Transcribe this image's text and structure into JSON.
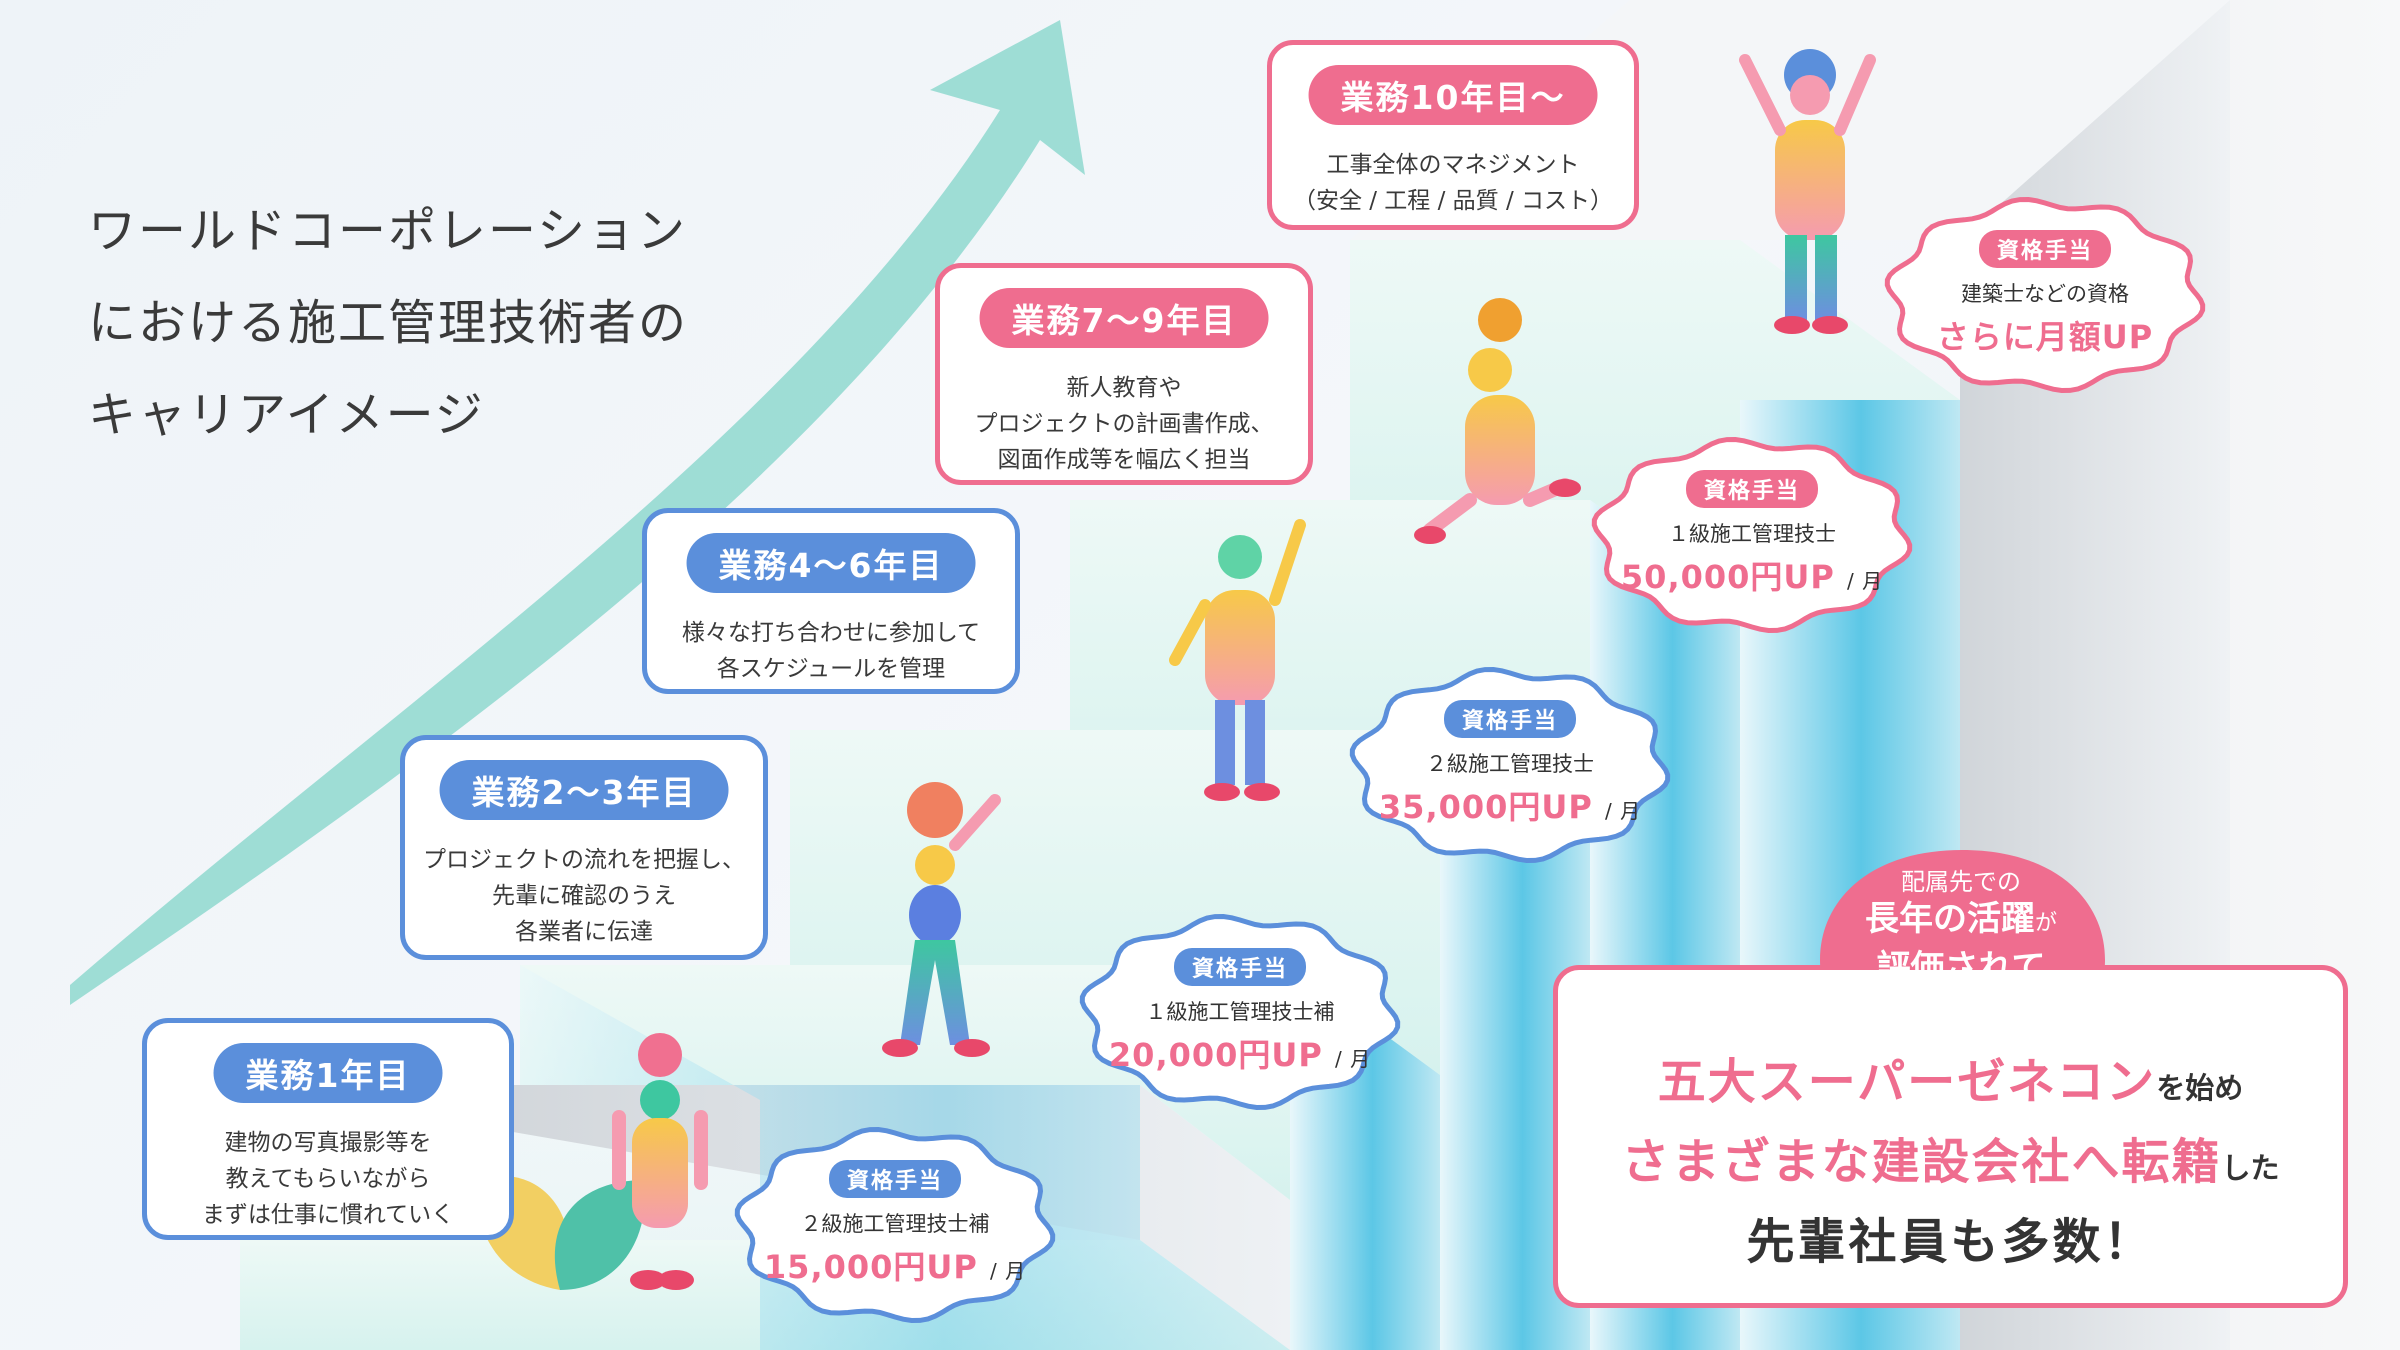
{
  "title": {
    "lines": [
      "ワールドコーポレーション",
      "における施工管理技術者の",
      "キャリアイメージ"
    ]
  },
  "stages": [
    {
      "header": "業務1年目",
      "body": [
        "建物の写真撮影等を",
        "教えてもらいながら",
        "まずは仕事に慣れていく"
      ],
      "color": "#5b8fdb"
    },
    {
      "header": "業務2〜3年目",
      "body": [
        "プロジェクトの流れを把握し、",
        "先輩に確認のうえ",
        "各業者に伝達"
      ],
      "color": "#5b8fdb"
    },
    {
      "header": "業務4〜6年目",
      "body": [
        "様々な打ち合わせに参加して",
        "各スケジュールを管理"
      ],
      "color": "#5b8fdb"
    },
    {
      "header": "業務7〜9年目",
      "body": [
        "新人教育や",
        "プロジェクトの計画書作成、",
        "図面作成等を幅広く担当"
      ],
      "color": "#ef6d8f"
    },
    {
      "header": "業務10年目〜",
      "body": [
        "工事全体のマネジメント",
        "（安全 / 工程 / 品質 / コスト）"
      ],
      "color": "#ef6d8f"
    }
  ],
  "allowances": [
    {
      "tag": "資格手当",
      "qualification": "２級施工管理技士補",
      "amount": "15,000円UP",
      "unit": "/ 月",
      "tag_color": "#5b8fdb",
      "border_color": "#5b8fdb"
    },
    {
      "tag": "資格手当",
      "qualification": "１級施工管理技士補",
      "amount": "20,000円UP",
      "unit": "/ 月",
      "tag_color": "#5b8fdb",
      "border_color": "#5b8fdb"
    },
    {
      "tag": "資格手当",
      "qualification": "２級施工管理技士",
      "amount": "35,000円UP",
      "unit": "/ 月",
      "tag_color": "#5b8fdb",
      "border_color": "#5b8fdb"
    },
    {
      "tag": "資格手当",
      "qualification": "１級施工管理技士",
      "amount": "50,000円UP",
      "unit": "/ 月",
      "tag_color": "#ef6d8f",
      "border_color": "#ef6d8f"
    },
    {
      "tag": "資格手当",
      "qualification": "建築士などの資格",
      "amount": "さらに月額UP",
      "unit": "",
      "tag_color": "#ef6d8f",
      "border_color": "#ef6d8f"
    }
  ],
  "callout": {
    "bubble_line1": "配属先での",
    "bubble_line2": "長年の活躍",
    "bubble_line2_suffix": "が",
    "bubble_line3": "評価されて",
    "line1_emphasis": "五大スーパーゼネコン",
    "line1_suffix": "を始め",
    "line2_emphasis": "さまざまな建設会社へ転籍",
    "line2_suffix": "した",
    "line3": "先輩社員も多数！"
  },
  "colors": {
    "blue": "#5b8fdb",
    "pink": "#ef6d8f",
    "arrow": "#8fd8cf",
    "step_top": "#dff5f3",
    "step_front": "#5cc7e6"
  },
  "icons": [
    "growth-arrow-icon",
    "leaf-icon",
    "worker-figure-icon"
  ]
}
